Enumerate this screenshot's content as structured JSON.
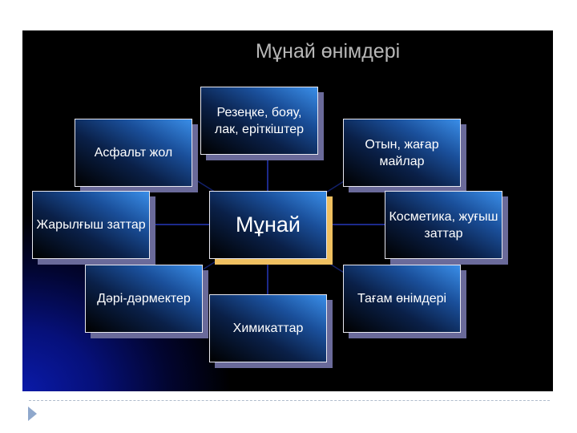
{
  "title": "Мұнай өнімдері",
  "center": "Мұнай",
  "nodes": {
    "rubber": "Резеңке, бояу, лак, еріткіштер",
    "asphalt": "Асфальт жол",
    "fuel": "Отын, жағар майлар",
    "explosives": "Жарылғыш заттар",
    "cosmetics": "Косметика, жуғыш заттар",
    "medicine": "Дәрі-дәрмектер",
    "food": "Тағам өнімдері",
    "chemicals": "Химикаттар"
  },
  "colors": {
    "box_top": "#3a8ee8",
    "center_shadow": "#f0c060",
    "box_shadow": "#6a6a9a",
    "title": "#b8b8b8"
  }
}
